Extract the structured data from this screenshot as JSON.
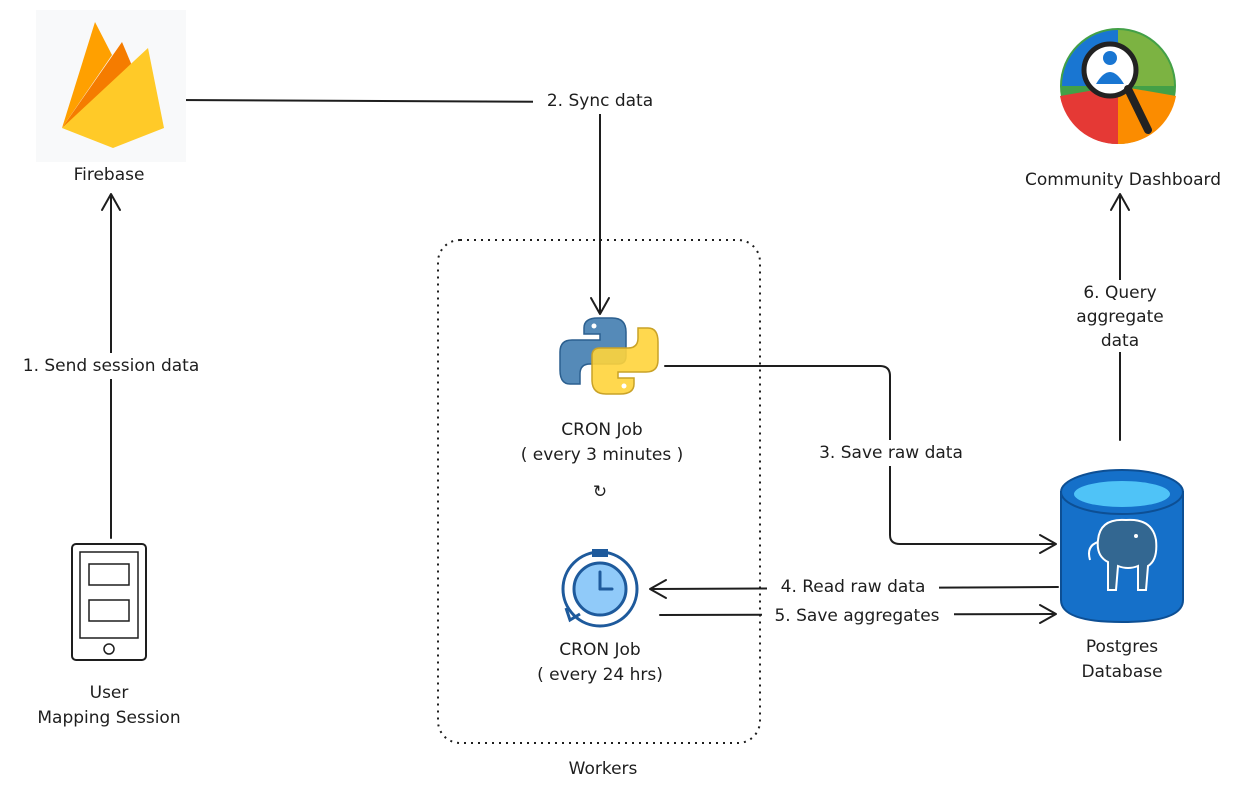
{
  "nodes": {
    "firebase": "Firebase",
    "dashboard": "Community Dashboard",
    "user_line1": "User",
    "user_line2": "Mapping Session",
    "workers": "Workers",
    "cron_fast_line1": "CRON Job",
    "cron_fast_line2": "( every 3 minutes )",
    "cron_slow_line1": "CRON Job",
    "cron_slow_line2": "( every 24 hrs)",
    "postgres_line1": "Postgres",
    "postgres_line2": "Database",
    "refresh_glyph": "↻"
  },
  "edges": {
    "step1": "1. Send session data",
    "step2": "2. Sync data",
    "step3": "3. Save raw data",
    "step4": "4. Read raw data",
    "step5": "5. Save aggregates",
    "step6_line1": "6. Query",
    "step6_line2": "aggregate",
    "step6_line3": "data"
  },
  "colors": {
    "firebase_light": "#ffa000",
    "firebase_mid": "#f57c00",
    "firebase_yellow": "#ffca28",
    "python_blue": "#3776ab",
    "python_yellow": "#ffd43b",
    "postgres_blue": "#1570c9",
    "postgres_top": "#4fc3f7",
    "clock_blue": "#1e5a9c",
    "clock_face": "#90caf9"
  }
}
